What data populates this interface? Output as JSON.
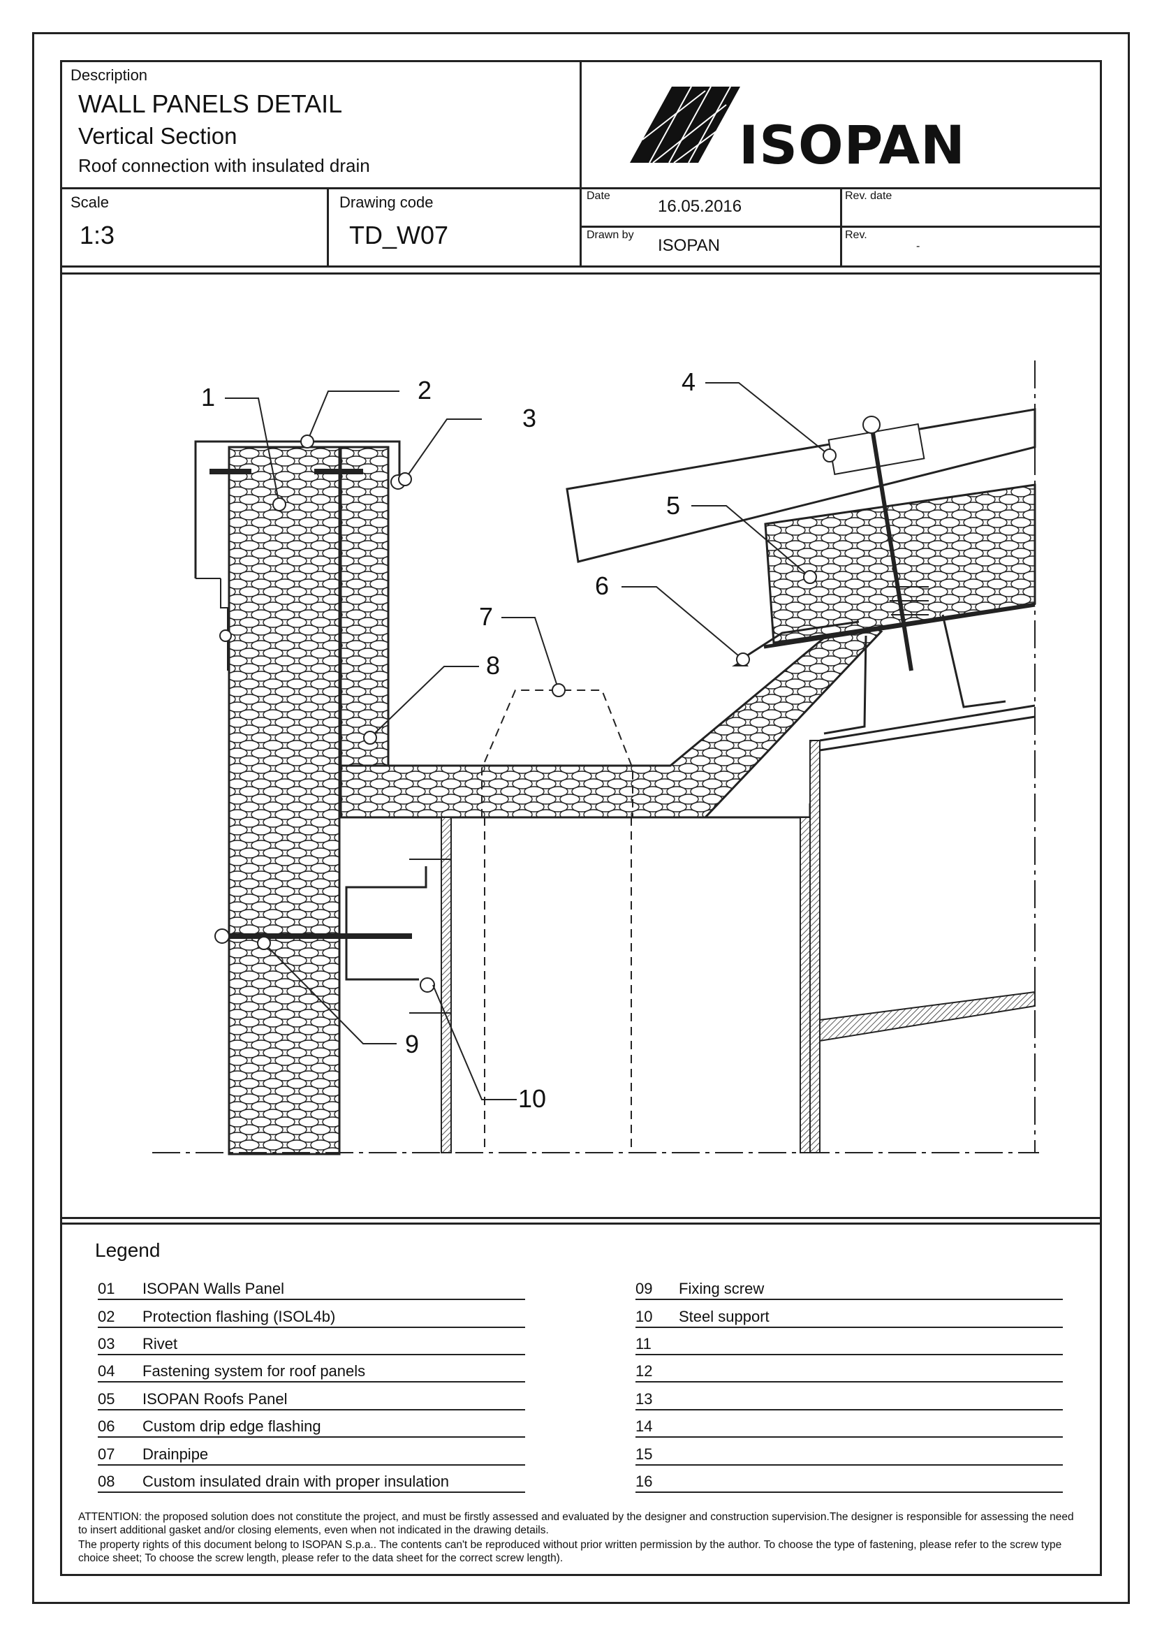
{
  "title_block": {
    "description_label": "Description",
    "title": "WALL PANELS DETAIL",
    "subtitle": "Vertical Section",
    "subtitle2": "Roof connection with insulated drain",
    "scale_label": "Scale",
    "scale_value": "1:3",
    "drawing_code_label": "Drawing code",
    "drawing_code_value": "TD_W07",
    "date_label": "Date",
    "date_value": "16.05.2016",
    "rev_date_label": "Rev. date",
    "drawn_by_label": "Drawn by",
    "drawn_by_value": "ISOPAN",
    "rev_label": "Rev.",
    "rev_value": "-",
    "logo_text": "ISOPAN"
  },
  "callouts": [
    "1",
    "2",
    "3",
    "4",
    "5",
    "6",
    "7",
    "8",
    "9",
    "10"
  ],
  "legend": {
    "title": "Legend",
    "left": [
      {
        "num": "01",
        "text": "ISOPAN Walls Panel"
      },
      {
        "num": "02",
        "text": "Protection flashing (ISOL4b)"
      },
      {
        "num": "03",
        "text": "Rivet"
      },
      {
        "num": "04",
        "text": "Fastening system for roof panels"
      },
      {
        "num": "05",
        "text": "ISOPAN Roofs Panel"
      },
      {
        "num": "06",
        "text": "Custom drip edge flashing"
      },
      {
        "num": "07",
        "text": "Drainpipe"
      },
      {
        "num": "08",
        "text": "Custom insulated drain with proper insulation"
      }
    ],
    "right": [
      {
        "num": "09",
        "text": "Fixing screw"
      },
      {
        "num": "10",
        "text": "Steel support"
      },
      {
        "num": "11",
        "text": ""
      },
      {
        "num": "12",
        "text": ""
      },
      {
        "num": "13",
        "text": ""
      },
      {
        "num": "14",
        "text": ""
      },
      {
        "num": "15",
        "text": ""
      },
      {
        "num": "16",
        "text": ""
      }
    ]
  },
  "attention": {
    "line1": "ATTENTION: the proposed solution does not constitute the project, and must be firstly assessed and evaluated by the designer and construction supervision.The designer is responsible for assessing the need to insert additional gasket and/or closing elements, even when not indicated in the drawing details.",
    "line2": "The property rights of this document belong to ISOPAN S.p.a.. The contents can't be reproduced without prior written permission by the author. To choose the type of fastening, please refer to the screw type choice sheet; To choose the screw length, please refer to the data sheet for the correct screw length)."
  }
}
